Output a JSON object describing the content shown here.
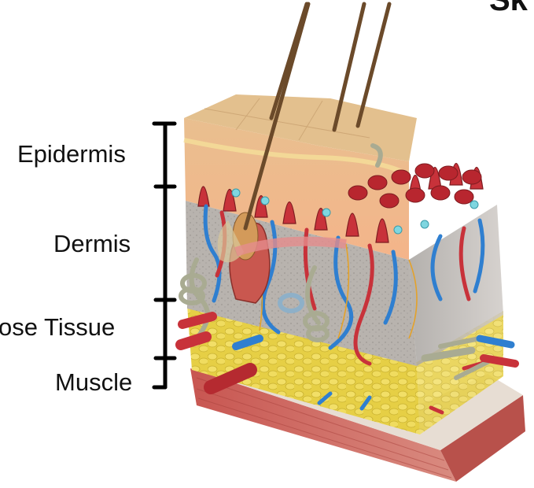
{
  "title_fragment": "Sk",
  "layers": [
    {
      "label": "Epidermis"
    },
    {
      "label": "Dermis"
    },
    {
      "label": "ose Tissue"
    },
    {
      "label": "Muscle"
    }
  ],
  "colors": {
    "epidermis": "#f2c79a",
    "dermis": "#b9b4b0",
    "fat": "#e8d24a",
    "muscle": "#c95a55",
    "artery": "#c8323a",
    "vein": "#2f7fd0",
    "nerve": "#a8aa92",
    "hair": "#6b4a2a"
  }
}
